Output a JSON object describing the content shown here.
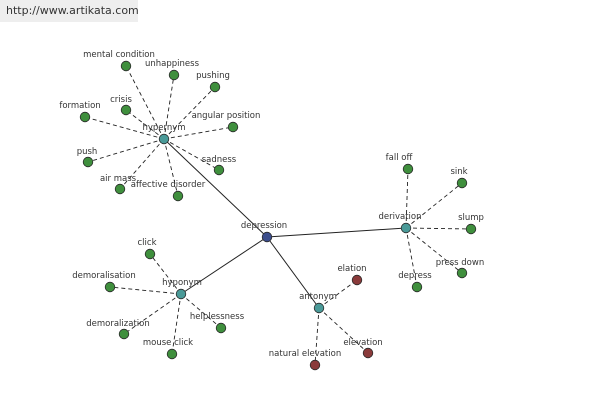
{
  "header": {
    "url": "http://www.artikata.com"
  },
  "colors": {
    "center": "#3c4e8c",
    "relation": "#4a9a98",
    "word": "#3f8f3d",
    "antonym_word": "#8a3a3a",
    "edge": "#222222"
  },
  "graph": {
    "center": {
      "id": "depression",
      "label": "depression"
    },
    "relations": [
      {
        "id": "hypernym",
        "label": "hypernym",
        "words": [
          "mental condition",
          "unhappiness",
          "pushing",
          "crisis",
          "formation",
          "angular position",
          "push",
          "sadness",
          "air mass",
          "affective disorder"
        ]
      },
      {
        "id": "derivation",
        "label": "derivation",
        "words": [
          "fall off",
          "sink",
          "slump",
          "press down",
          "depress"
        ]
      },
      {
        "id": "hyponym",
        "label": "hyponym",
        "words": [
          "click",
          "demoralisation",
          "helplessness",
          "demoralization",
          "mouse click"
        ]
      },
      {
        "id": "antonym",
        "label": "antonym",
        "words": [
          "elation",
          "elevation",
          "natural elevation"
        ]
      }
    ]
  }
}
